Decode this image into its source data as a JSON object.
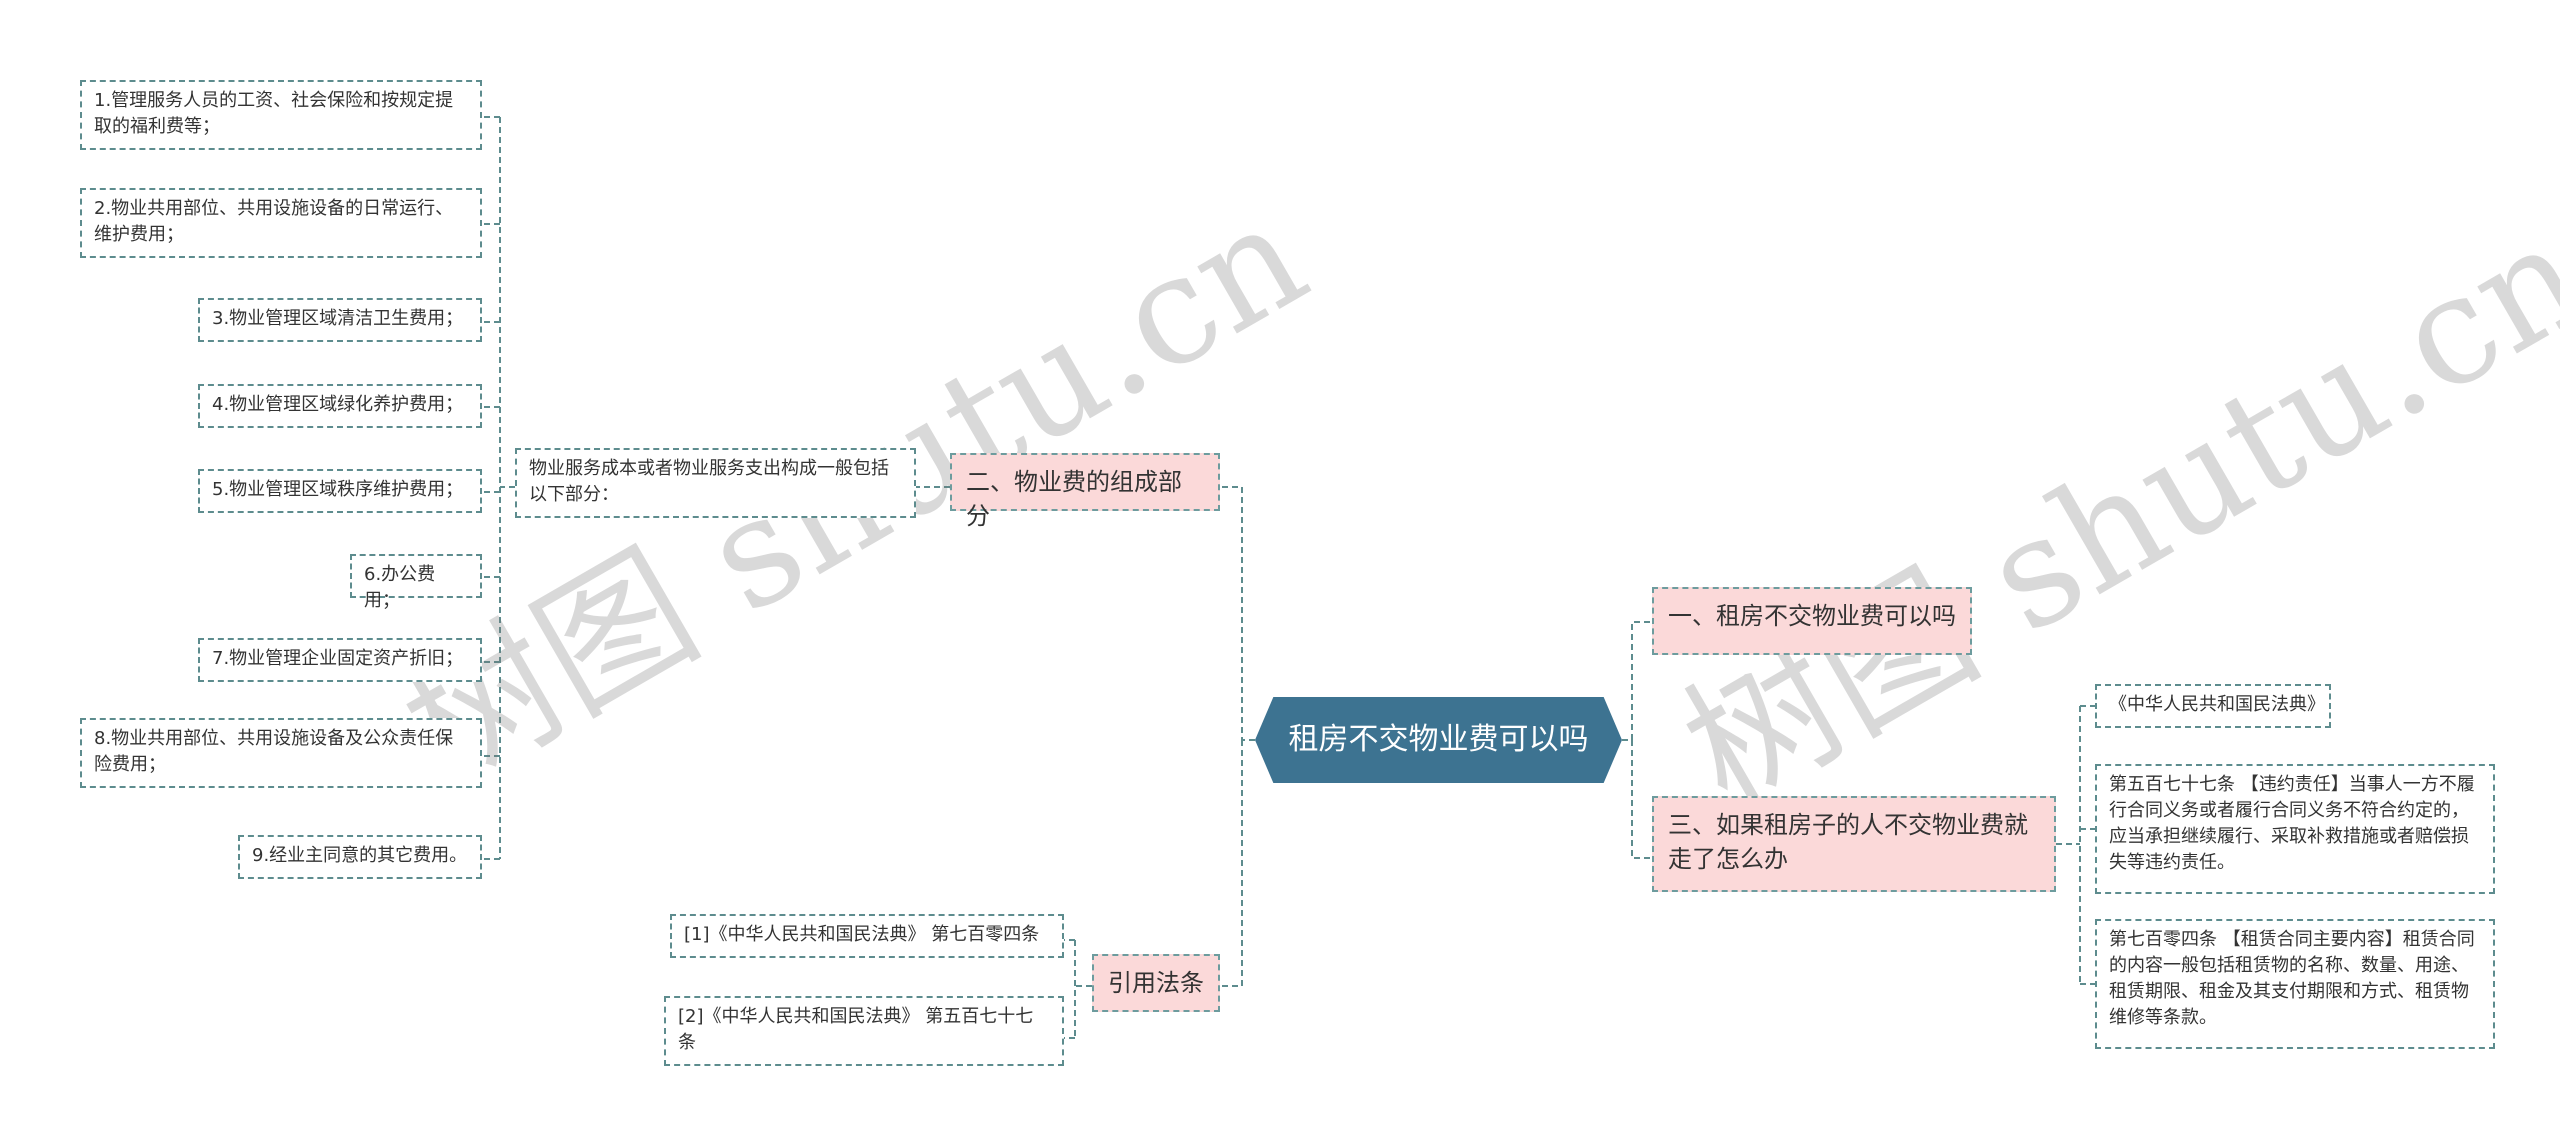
{
  "root": "租房不交物业费可以吗",
  "branches": {
    "b1": "一、租房不交物业费可以吗",
    "b2": "二、物业费的组成部分",
    "b3": "三、如果租房子的人不交物业费就走了怎么办",
    "b4": "引用法条"
  },
  "b2_intro": "物业服务成本或者物业服务支出构成一般包括以下部分：",
  "b2_items": [
    "1.管理服务人员的工资、社会保险和按规定提取的福利费等；",
    "2.物业共用部位、共用设施设备的日常运行、维护费用；",
    "3.物业管理区域清洁卫生费用；",
    "4.物业管理区域绿化养护费用；",
    "5.物业管理区域秩序维护费用；",
    "6.办公费用；",
    "7.物业管理企业固定资产折旧；",
    "8.物业共用部位、共用设施设备及公众责任保险费用；",
    "9.经业主同意的其它费用。"
  ],
  "b3_items": [
    "《中华人民共和国民法典》",
    "第五百七十七条 【违约责任】当事人一方不履行合同义务或者履行合同义务不符合约定的，应当承担继续履行、采取补救措施或者赔偿损失等违约责任。",
    "第七百零四条 【租赁合同主要内容】租赁合同的内容一般包括租赁物的名称、数量、用途、租赁期限、租金及其支付期限和方式、租赁物维修等条款。"
  ],
  "b4_items": [
    "[1]《中华人民共和国民法典》 第七百零四条",
    "[2]《中华人民共和国民法典》 第五百七十七条"
  ],
  "watermark": "树图 shutu.cn",
  "colors": {
    "root": "#3d7391",
    "branch_fill": "#fbd9d9",
    "line": "#5d8c8e"
  }
}
